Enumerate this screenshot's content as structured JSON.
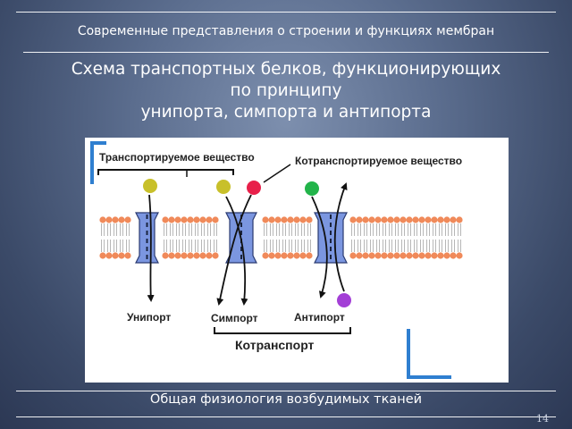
{
  "header": {
    "title": "Современные представления о строении и функциях мембран"
  },
  "slide": {
    "title_lines": [
      "Схема транспортных белков, функционирующих",
      "по принципу",
      "унипорта, симпорта и антипорта"
    ]
  },
  "figure": {
    "labels": {
      "transported": "Транспортируемое вещество",
      "cotransported": "Котранспортируемое вещество",
      "uniport": "Унипорт",
      "symport": "Симпорт",
      "antiport": "Антипорт",
      "cotransport": "Котранспорт"
    },
    "colors": {
      "transported_particle": "#c8c02a",
      "cotransported_red": "#e8204a",
      "cotransported_green": "#22b44a",
      "cotransported_purple": "#a33fd6",
      "protein": "#7b96e0",
      "lipid_head": "#f08a5a",
      "accent_blue": "#2f7fd0"
    }
  },
  "footer": {
    "title": "Общая физиология возбудимых тканей"
  },
  "page": {
    "number": "14"
  }
}
